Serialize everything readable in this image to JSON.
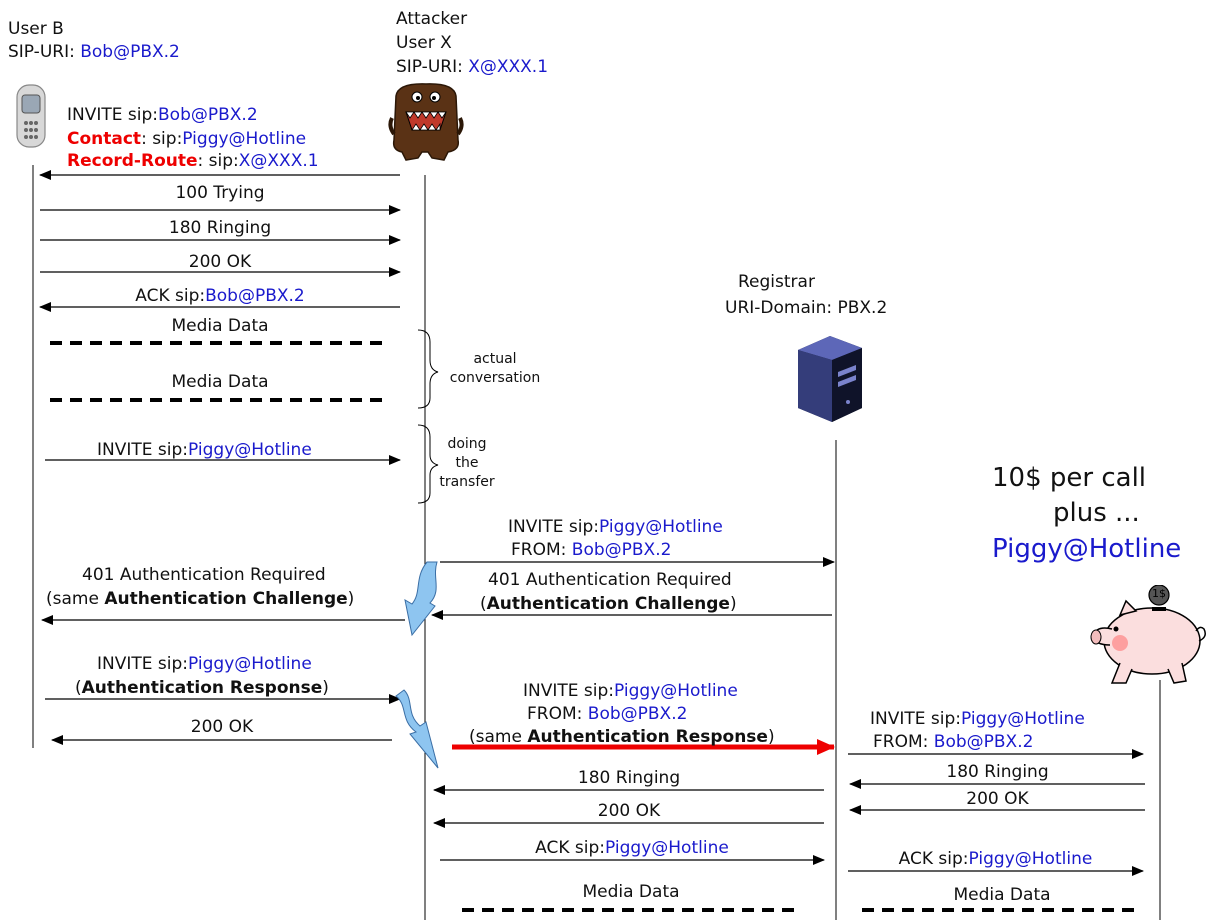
{
  "user_b": {
    "name": "User B",
    "sip_label": "SIP-URI: ",
    "sip_uri": "Bob@PBX.2"
  },
  "attacker": {
    "line1": "Attacker",
    "line2": "User X",
    "sip_label": "SIP-URI: ",
    "sip_uri": "X@XXX.1"
  },
  "registrar": {
    "line1": "Registrar",
    "line2": "URI-Domain: PBX.2"
  },
  "hotline": {
    "line1": "10$ per call",
    "line2": "plus ...",
    "line3": "Piggy@Hotline",
    "coin": "1$"
  },
  "msg_invite1": {
    "invite_prefix": "INVITE sip:",
    "invite_uri": "Bob@PBX.2",
    "contact_key": "Contact",
    "contact_mid": ": sip:",
    "contact_uri": "Piggy@Hotline",
    "rr_key": "Record-Route",
    "rr_mid": ": sip:",
    "rr_uri": "X@XXX.1"
  },
  "msg_trying": "100 Trying",
  "msg_ringing1": "180 Ringing",
  "msg_ok1": "200 OK",
  "msg_ack1": {
    "prefix": "ACK sip:",
    "uri": "Bob@PBX.2"
  },
  "media1": "Media Data",
  "media2": "Media Data",
  "brace1": {
    "line1": "actual",
    "line2": "conversation"
  },
  "brace2": {
    "line1": "doing",
    "line2": "the",
    "line3": "transfer"
  },
  "msg_invite_transfer": {
    "prefix": "INVITE sip:",
    "uri": "Piggy@Hotline"
  },
  "msg_invite_reg": {
    "prefix": "INVITE sip:",
    "uri": "Piggy@Hotline",
    "from_label": "FROM: ",
    "from_uri": "Bob@PBX.2"
  },
  "msg_401_reg": {
    "line1": "401 Authentication Required",
    "open": "(",
    "bold": "Authentication Challenge",
    "close": ")"
  },
  "msg_401_b": {
    "line1": "401 Authentication Required",
    "open": "(same ",
    "bold": "Authentication Challenge",
    "close": ")"
  },
  "msg_invite_auth_b": {
    "prefix": "INVITE sip:",
    "uri": "Piggy@Hotline",
    "open": "(",
    "bold": "Authentication Response",
    "close": ")"
  },
  "msg_ok_b": "200 OK",
  "msg_invite_auth_reg": {
    "prefix": "INVITE sip:",
    "uri": "Piggy@Hotline",
    "from_label": "FROM: ",
    "from_uri": "Bob@PBX.2",
    "open": "(same ",
    "bold": "Authentication Response",
    "close": ")"
  },
  "msg_invite_hot": {
    "prefix": "INVITE sip:",
    "uri": "Piggy@Hotline",
    "from_label": "FROM: ",
    "from_uri": "Bob@PBX.2"
  },
  "msg_ringing_hot": "180 Ringing",
  "msg_ok_hot": "200 OK",
  "msg_ringing_reg": "180 Ringing",
  "msg_ok_reg": "200 OK",
  "msg_ack_reg": {
    "prefix": "ACK sip:",
    "uri": "Piggy@Hotline"
  },
  "msg_ack_hot": {
    "prefix": "ACK sip:",
    "uri": "Piggy@Hotline"
  },
  "media_reg": "Media Data",
  "media_hot": "Media Data",
  "colors": {
    "uri_blue": "#1a1acc",
    "header_red": "#ee0000",
    "attack_red": "#ee0000",
    "transfer_blue": "#8ec5f0"
  }
}
